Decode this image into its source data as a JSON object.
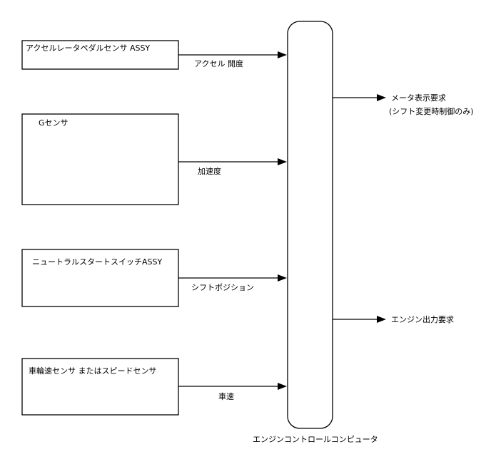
{
  "diagram": {
    "inputs": [
      {
        "box_label": "アクセルレータペダルセンサ ASSY",
        "signal": "アクセル 開度"
      },
      {
        "box_label": "Gセンサ",
        "signal": "加速度"
      },
      {
        "box_label": "ニュートラルスタートスイッチASSY",
        "signal": "シフトポジション"
      },
      {
        "box_label": "車輪速センサ またはスピードセンサ",
        "signal": "車速"
      }
    ],
    "ecu": {
      "label": "エンジンコントロールコンピュータ"
    },
    "outputs": [
      {
        "line1": "メータ表示要求",
        "line2": "(シフト変更時制御のみ)"
      },
      {
        "line1": "エンジン出力要求"
      }
    ]
  }
}
